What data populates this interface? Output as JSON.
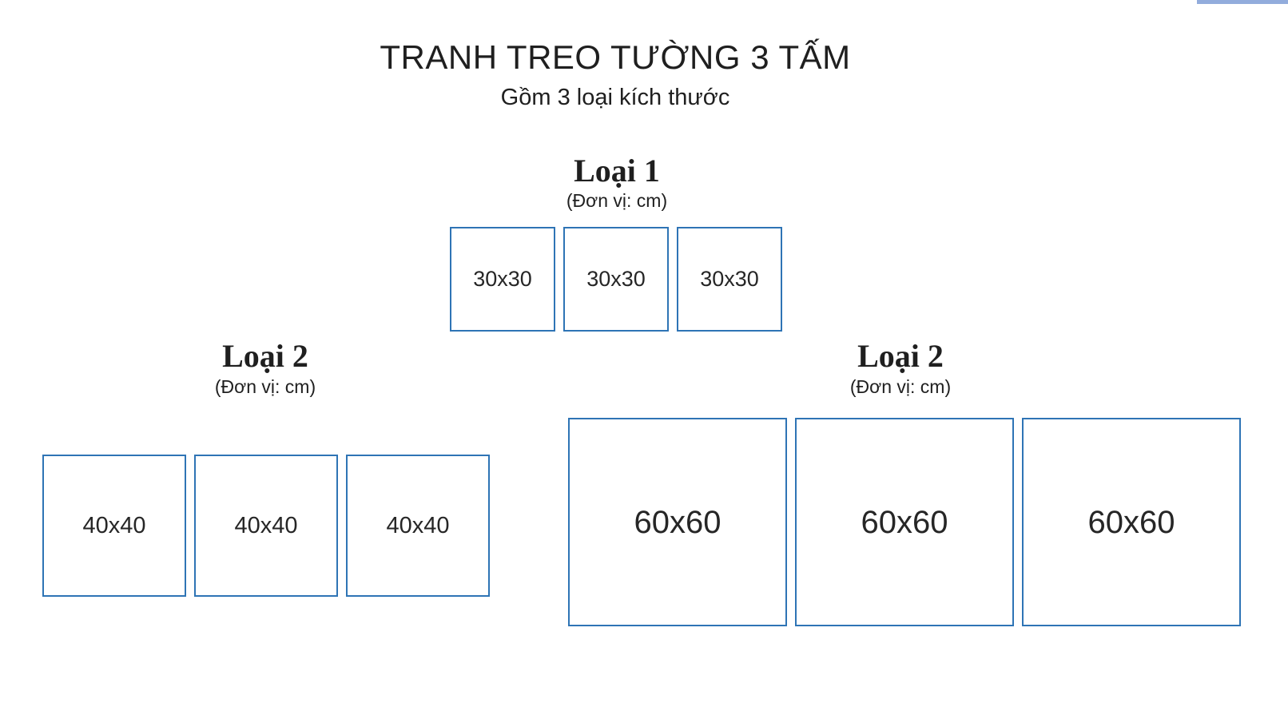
{
  "header": {
    "title": "TRANH TREO TƯỜNG 3 TẤM",
    "subtitle": "Gồm 3 loại kích thước"
  },
  "colors": {
    "frame_border": "#2E74B5",
    "heading_text": "#1F1F1F",
    "accent_strip": "#92ACDC"
  },
  "sections": [
    {
      "heading": "Loại 1",
      "unit_note": "(Đơn vị: cm)",
      "frames": [
        "30x30",
        "30x30",
        "30x30"
      ]
    },
    {
      "heading": "Loại 2",
      "unit_note": "(Đơn vị: cm)",
      "frames": [
        "40x40",
        "40x40",
        "40x40"
      ]
    },
    {
      "heading": "Loại 2",
      "unit_note": "(Đơn vị: cm)",
      "frames": [
        "60x60",
        "60x60",
        "60x60"
      ]
    }
  ]
}
